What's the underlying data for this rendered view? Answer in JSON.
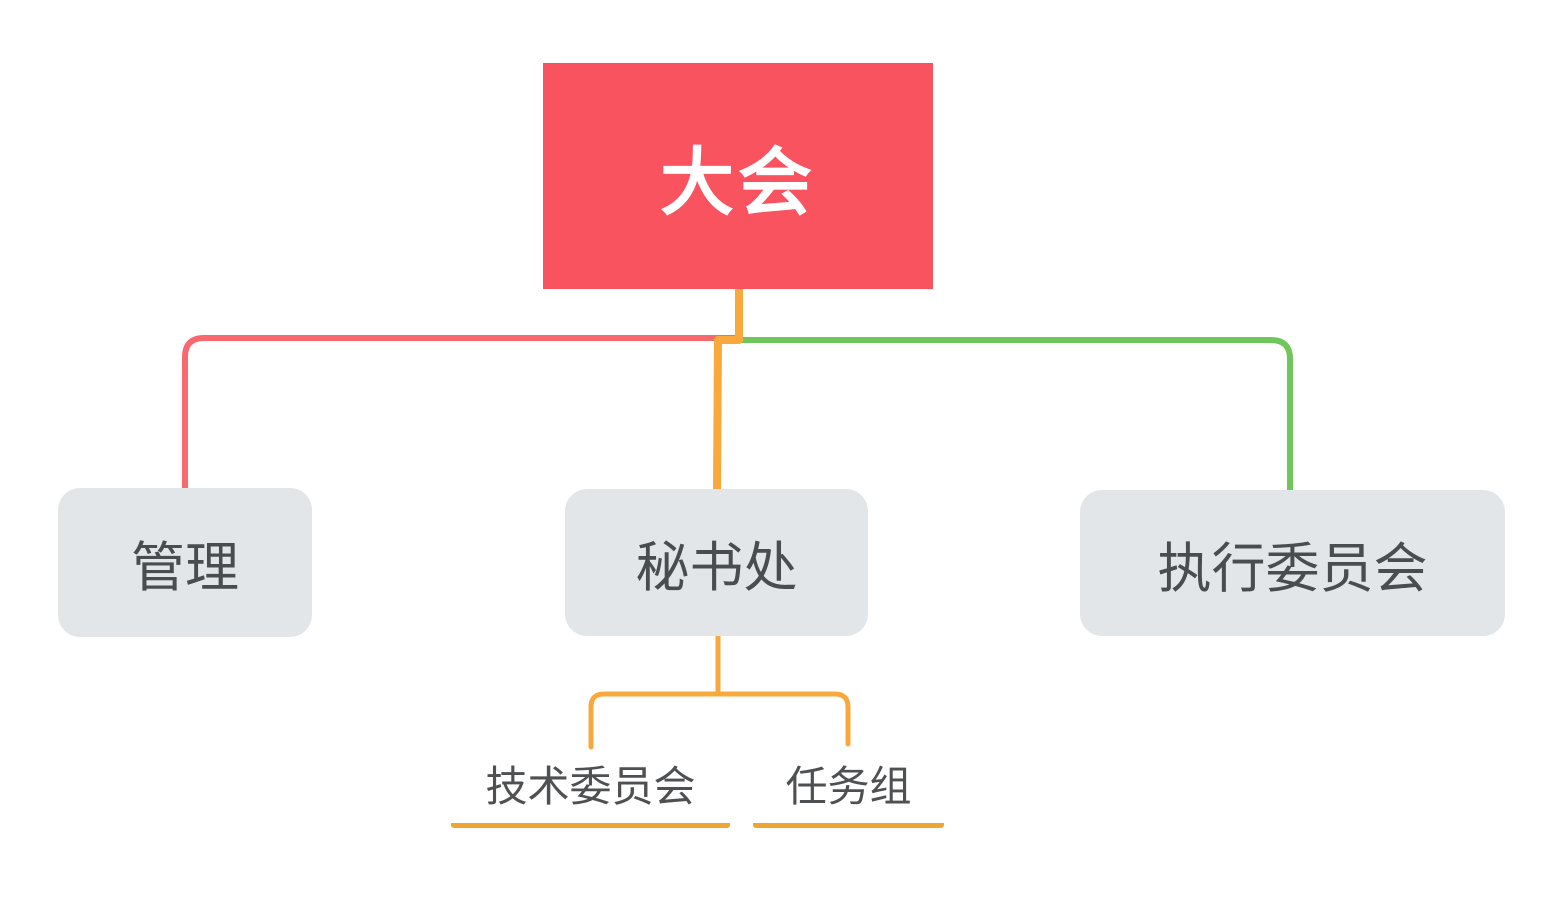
{
  "diagram": {
    "type": "org-chart-mindmap",
    "root": {
      "label": "大会"
    },
    "children": [
      {
        "label": "管理"
      },
      {
        "label": "秘书处",
        "children": [
          {
            "label": "技术委员会"
          },
          {
            "label": "任务组"
          }
        ]
      },
      {
        "label": "执行委员会"
      }
    ]
  },
  "colors": {
    "background": "#FFFFFF",
    "root_bg": "#FA5360",
    "root_text": "#FFFFFF",
    "node_bg": "#E2E6E8",
    "node_text": "#4A4D4F",
    "leaf_text": "#4E5052",
    "branch_red": "#F7696E",
    "branch_yellow": "#F9A93C",
    "branch_green": "#6FC75C",
    "underline_yellow": "#EFA52F"
  }
}
